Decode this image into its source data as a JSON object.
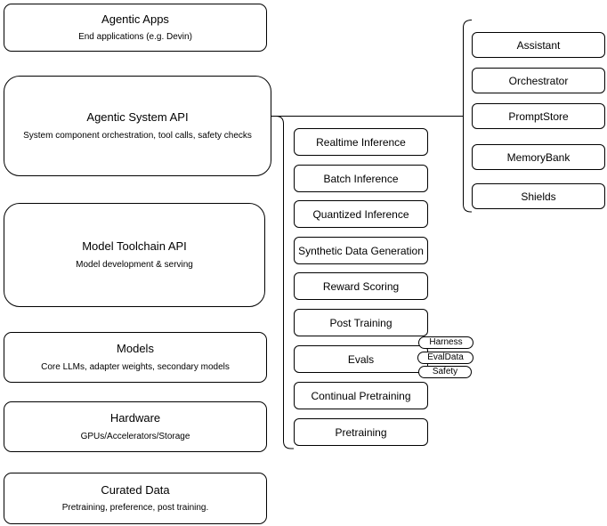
{
  "diagram": {
    "left_stack": [
      {
        "title": "Agentic Apps",
        "subtitle": "End applications (e.g. Devin)"
      },
      {
        "title": "Agentic System API",
        "subtitle": "System component orchestration, tool calls, safety checks"
      },
      {
        "title": "Model Toolchain API",
        "subtitle": "Model development & serving"
      },
      {
        "title": "Models",
        "subtitle": "Core LLMs, adapter weights, secondary models"
      },
      {
        "title": "Hardware",
        "subtitle": "GPUs/Accelerators/Storage"
      },
      {
        "title": "Curated Data",
        "subtitle": "Pretraining, preference, post training."
      }
    ],
    "toolchain_components": [
      "Realtime Inference",
      "Batch Inference",
      "Quantized Inference",
      "Synthetic Data Generation",
      "Reward Scoring",
      "Post Training",
      "Evals",
      "Continual Pretraining",
      "Pretraining"
    ],
    "evals_subcomponents": [
      "Harness",
      "EvalData",
      "Safety"
    ],
    "agentic_components": [
      "Assistant",
      "Orchestrator",
      "PromptStore",
      "MemoryBank",
      "Shields"
    ],
    "colors": {
      "background": "#ffffff",
      "border": "#000000",
      "text": "#000000",
      "line": "#000000"
    }
  }
}
